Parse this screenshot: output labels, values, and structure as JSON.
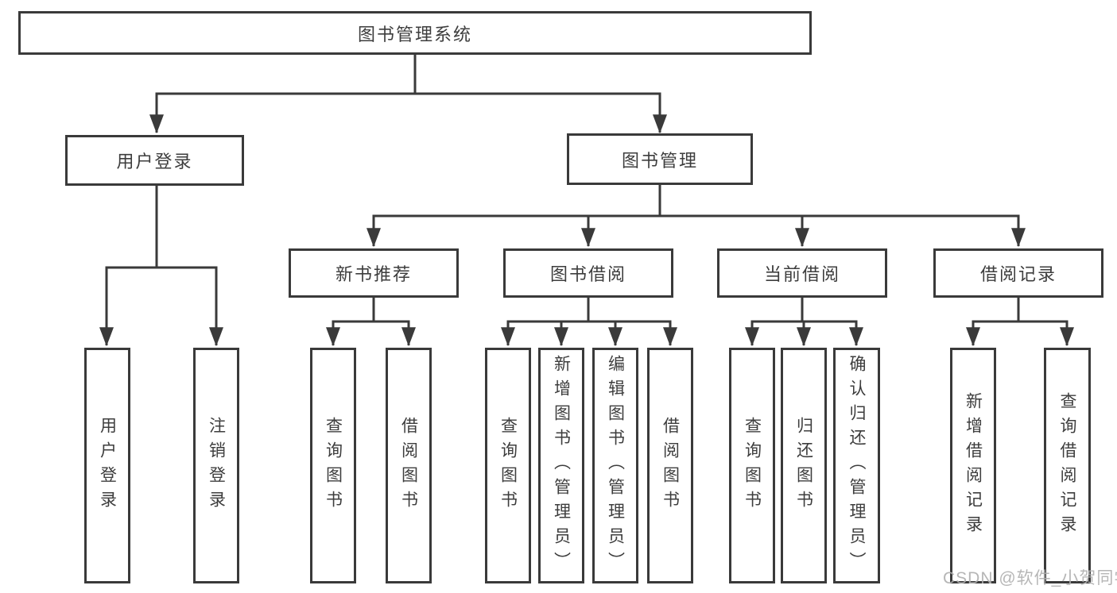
{
  "colors": {
    "line": "#3a3a3a",
    "text": "#3d3d3d",
    "watermark": "#b0b0b0",
    "background": "#ffffff"
  },
  "diagram": {
    "root": "图书管理系统",
    "branches": [
      {
        "label": "用户登录",
        "children": [
          "用户登录",
          "注销登录"
        ]
      },
      {
        "label": "图书管理",
        "sections": [
          {
            "label": "新书推荐",
            "children": [
              "查询图书",
              "借阅图书"
            ]
          },
          {
            "label": "图书借阅",
            "children": [
              "查询图书",
              "新增图书（管理员）",
              "编辑图书（管理员）",
              "借阅图书"
            ]
          },
          {
            "label": "当前借阅",
            "children": [
              "查询图书",
              "归还图书",
              "确认归还（管理员）"
            ]
          },
          {
            "label": "借阅记录",
            "children": [
              "新增借阅记录",
              "查询借阅记录"
            ]
          }
        ]
      }
    ]
  },
  "watermark": {
    "text": "CSDN @软件_小贺同学"
  }
}
